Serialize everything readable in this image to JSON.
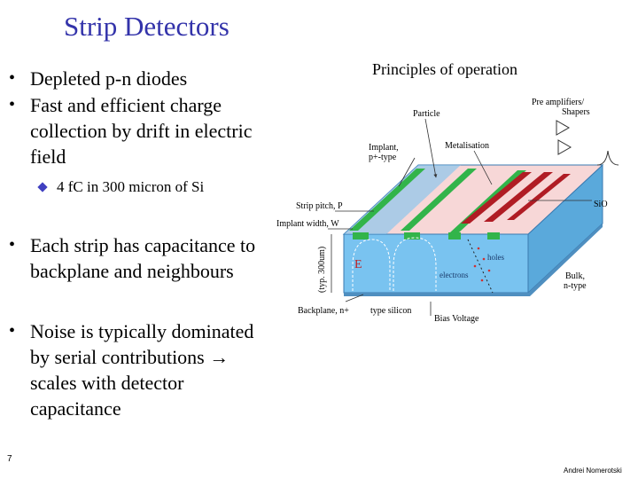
{
  "slide": {
    "title": "Strip Detectors",
    "bullets": [
      {
        "text": "Depleted p-n diodes"
      },
      {
        "text": "Fast and efficient charge\ncollection by drift in electric\nfield"
      },
      {
        "text": "Each strip has capacitance to\nbackplane and neighbours"
      },
      {
        "text": "Noise is typically dominated\nby serial contributions → \nscales with detector\ncapacitance"
      }
    ],
    "sub_bullet": "4 fC in 300 micron of Si",
    "page_number": "7",
    "author": "Andrei Nomerotski"
  },
  "figure": {
    "title": "Principles of operation",
    "labels": {
      "particle": "Particle",
      "preamps_line1": "Pre amplifiers/",
      "preamps_line2": "Shapers",
      "implant_line1": "Implant,",
      "implant_line2": "p+-type",
      "metalisation": "Metalisation",
      "sio2": "SiO",
      "strip_pitch": "Strip pitch, P",
      "implant_width": "Implant width, W",
      "thickness": "(typ. 300um)",
      "e_field": "E",
      "holes": "holes",
      "electrons": "electrons",
      "bulk_line1": "Bulk,",
      "bulk_line2": "n-type",
      "backplane": "Backplane, n+",
      "type_silicon": "type silicon",
      "bias_voltage": "Bias Voltage"
    }
  },
  "colors": {
    "title": "#3333aa",
    "bulk": "#79c3f0",
    "top_oxide": "#f7d7d7",
    "implant": "#32b44a",
    "metal": "#b01c24"
  }
}
